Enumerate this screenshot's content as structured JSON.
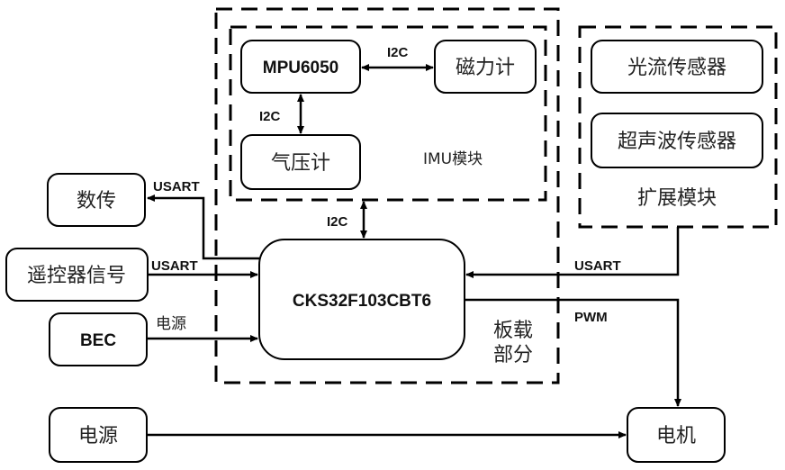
{
  "diagram": {
    "groups": {
      "onboard": "板载\n部分",
      "onboard_line1": "板载",
      "onboard_line2": "部分",
      "imu": "IMU模块",
      "extension": "扩展模块"
    },
    "nodes": {
      "mpu": "MPU6050",
      "magnetometer": "磁力计",
      "barometer": "气压计",
      "mcu": "CKS32F103CBT6",
      "optical_flow": "光流传感器",
      "ultrasonic": "超声波传感器",
      "telemetry": "数传",
      "rc_signal": "遥控器信号",
      "bec": "BEC",
      "power": "电源",
      "motor": "电机"
    },
    "edges": {
      "mpu_mag": "I2C",
      "mpu_baro": "I2C",
      "imu_mcu": "I2C",
      "mcu_telemetry": "USART",
      "rc_mcu": "USART",
      "bec_mcu": "电源",
      "ext_mcu": "USART",
      "mcu_motor": "PWM"
    }
  }
}
